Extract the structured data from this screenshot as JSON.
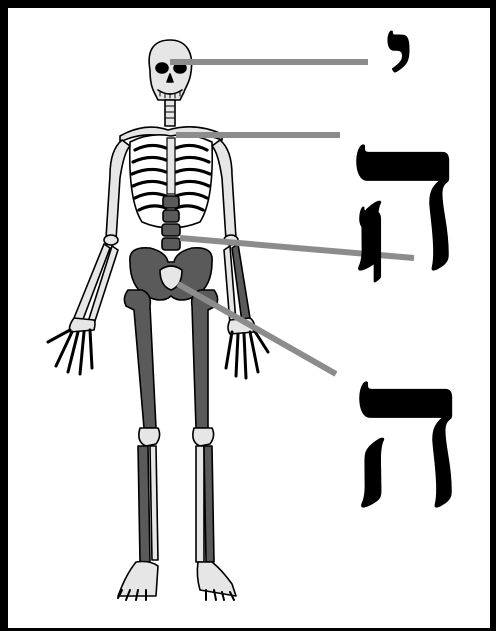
{
  "letters": {
    "yod": "י",
    "he_upper": "ה",
    "vav": "ו",
    "he_lower": "ה"
  },
  "colors": {
    "frame": "#000000",
    "leader_line": "#8c8c8c",
    "bone_light": "#e6e6e6",
    "bone_dark": "#5a5a5a",
    "outline": "#000000",
    "background": "#ffffff"
  }
}
